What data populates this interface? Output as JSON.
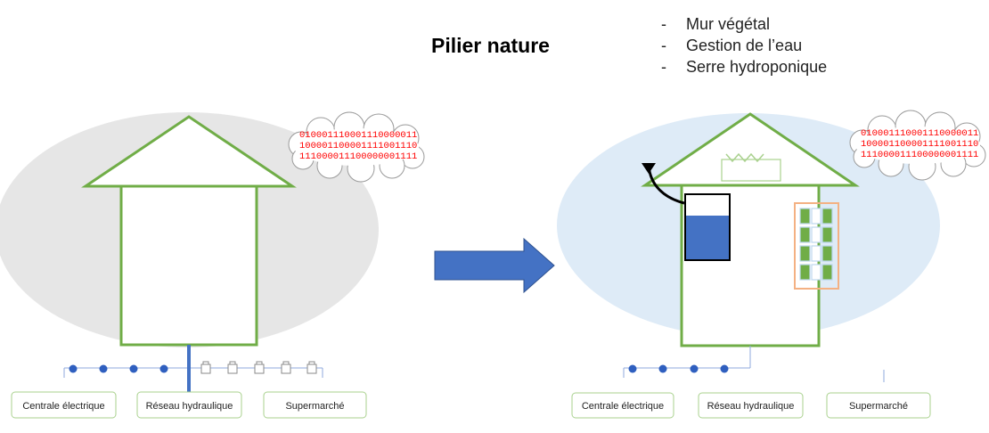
{
  "title": "Pilier nature",
  "bullets": [
    "Mur végétal",
    "Gestion de l’eau",
    "Serre hydroponique"
  ],
  "binary_lines": [
    "010001110001110000011",
    "100001100001111001110",
    "111000011100000001111"
  ],
  "labels": {
    "power": "Centrale électrique",
    "water": "Réseau hydraulique",
    "market": "Supermarché"
  },
  "colors": {
    "house_stroke": "#70ad47",
    "before_ellipse": "#e6e6e6",
    "after_ellipse": "#deebf7",
    "arrow": "#4472c4",
    "water_fill": "#4472c4",
    "binary_text": "#ff0000",
    "wall_panel": "#70ad47",
    "wall_frame": "#f4b183",
    "node": "#2f5fbf"
  }
}
